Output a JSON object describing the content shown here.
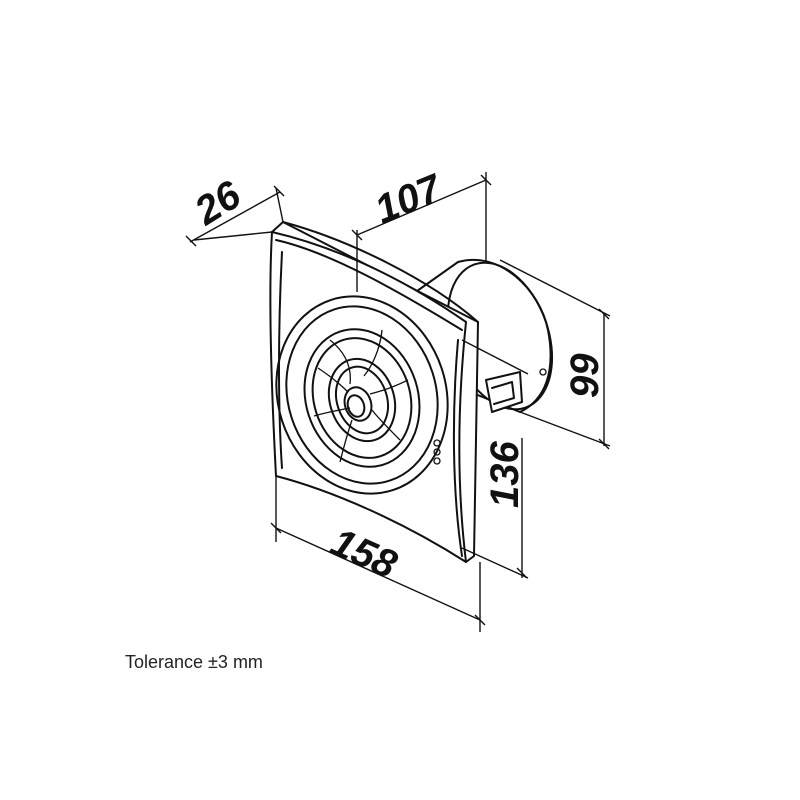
{
  "dimensions": {
    "depth_front": "26",
    "depth_total": "107",
    "duct_diameter": "99",
    "height": "136",
    "width": "158"
  },
  "note": "Tolerance ±3 mm",
  "colors": {
    "line": "#111111",
    "background": "#ffffff"
  }
}
